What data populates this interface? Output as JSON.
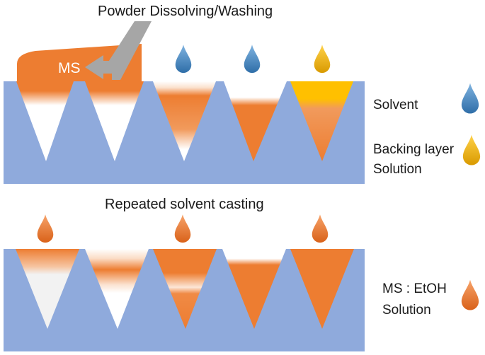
{
  "top_panel": {
    "title": "Powder Dissolving/Washing",
    "ms_label": "MS"
  },
  "bottom_panel": {
    "title": "Repeated solvent casting"
  },
  "legend": {
    "solvent": "Solvent",
    "backing_line1": "Backing layer",
    "backing_line2": "Solution",
    "ms_line1": "MS : EtOH",
    "ms_line2": "Solution"
  },
  "colors": {
    "mold": "#8faadc",
    "ms_orange": "#ed7d31",
    "solvent_blue": "#4a86c0",
    "backing_yellow": "#f2b707",
    "arrow_gray": "#a6a6a6"
  }
}
